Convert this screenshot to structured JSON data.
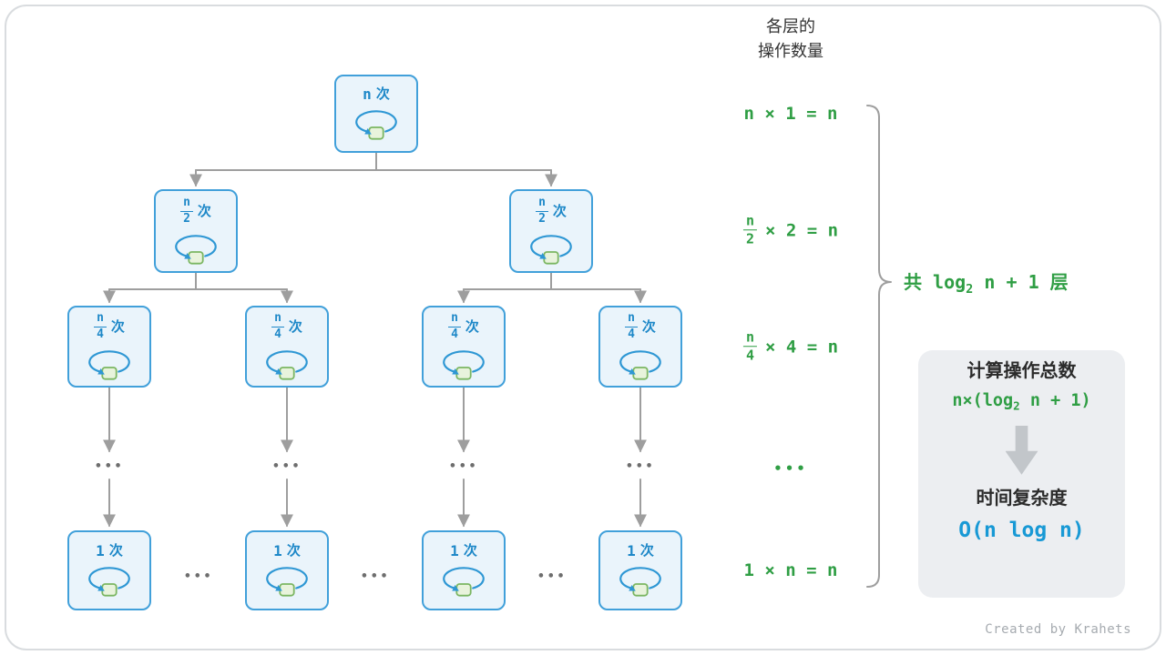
{
  "header": {
    "line1": "各层的",
    "line2": "操作数量"
  },
  "tree": {
    "root": {
      "value": "n",
      "suffix": "次"
    },
    "level2": {
      "num": "n",
      "den": "2",
      "suffix": "次"
    },
    "level3": {
      "num": "n",
      "den": "4",
      "suffix": "次"
    },
    "leaf": {
      "value": "1",
      "suffix": "次"
    },
    "dots": "•••"
  },
  "layer_ops": {
    "row1": "n × 1 = n",
    "row2": {
      "num": "n",
      "den": "2",
      "rest": "× 2 = n"
    },
    "row3": {
      "num": "n",
      "den": "4",
      "rest": "× 4 = n"
    },
    "row4": "•••",
    "row5": "1 × n = n"
  },
  "brace": {
    "pre": "共 log",
    "sub": "2",
    "post": " n + 1 层"
  },
  "summary": {
    "title": "计算操作总数",
    "formula": {
      "pre": "n×(log",
      "sub": "2",
      "post": " n + 1)"
    },
    "subtitle": "时间复杂度",
    "result": "O(n log n)"
  },
  "watermark": "Created by Krahets",
  "colors": {
    "node_border": "#41A0DA",
    "node_fill": "#EAF4FB",
    "node_text": "#1E88C8",
    "loop_stroke": "#2E97D4",
    "inner_square_fill": "#E8F3DC",
    "inner_square_border": "#7BB662",
    "green_text": "#2F9E44",
    "connector_gray": "#9E9E9E",
    "result_blue": "#1899D5",
    "card_bg": "#ECEEF1"
  }
}
